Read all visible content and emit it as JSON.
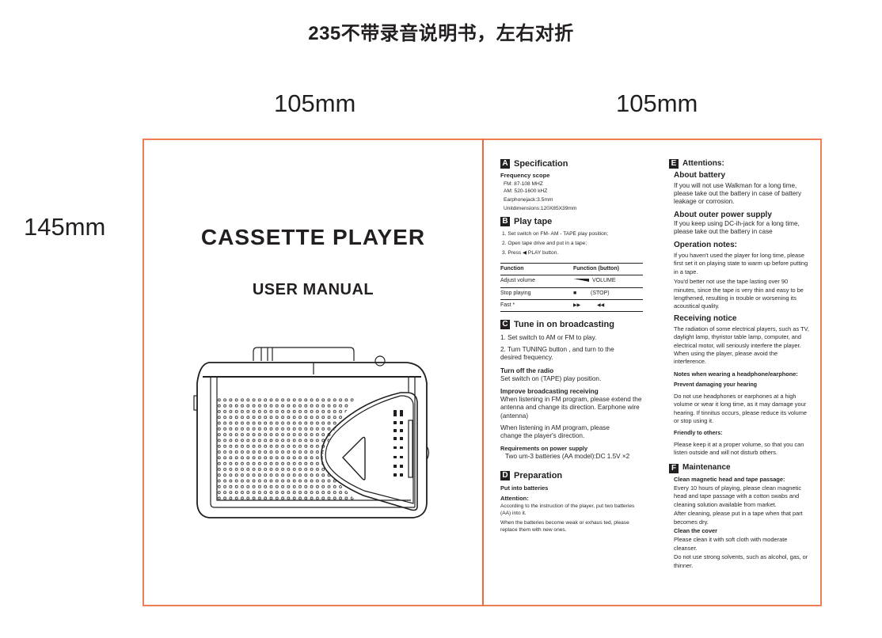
{
  "header": {
    "title": "235不带录音说明书，左右对折",
    "width_left": "105mm",
    "width_right": "105mm",
    "height": "145mm"
  },
  "colors": {
    "frame_border": "#f07e55",
    "text": "#231f20"
  },
  "cover": {
    "title": "CASSETTE  PLAYER",
    "subtitle": "USER  MANUAL",
    "illustration": "cassette-player-drawing"
  },
  "sections": {
    "a": {
      "letter": "A",
      "title": "Specification",
      "freq_heading": "Frequency scope",
      "fm": "FM: 87-108 MHZ",
      "am": "AM: 520-1600 kHZ",
      "jack": "Earphonejack:3.5mm",
      "dims": "Unitdimensions:120X85X39mm"
    },
    "b": {
      "letter": "B",
      "title": "Play tape",
      "steps": [
        "1. Set switch on FM- AM - TAPE play position;",
        "2. Open tape drive and put in a tape;",
        "3. Press ◀ PLAY button."
      ],
      "table": {
        "headers": [
          "Function",
          "Function (button)"
        ],
        "rows": [
          {
            "func": "Adjust volume",
            "icon": "▄▄▅▆",
            "button": "VOLUME"
          },
          {
            "func": "Stop playing",
            "icon": "■",
            "button": "(STOP)"
          },
          {
            "func": "Fast *",
            "icon": "▶▶",
            "button": "◀◀"
          }
        ]
      }
    },
    "c": {
      "letter": "C",
      "title": "Tune in on broadcasting",
      "step1": "1. Set switch to AM or FM to play.",
      "step2": "2. Turn TUNING button , and turn to the desired frequency.",
      "off_heading": "Turn off the radio",
      "off_text": "Set switch on  (TAPE) play position.",
      "improve_heading": "Improve broadcasting receiving",
      "improve_fm": "When listening in FM  program, please extend the antenna and change its direction. Earphone wire (antenna)",
      "improve_am": "When listening in AM program, please change the player's direction.",
      "power_heading": "Requirements on power supply",
      "power_text": "Two um-3 batteries (AA  model):DC 1.5V ×2"
    },
    "d": {
      "letter": "D",
      "title": "Preparation",
      "put_heading": "Put into batteries",
      "attention_heading": "Attention:",
      "text1": "According to the instruction of the player, put two batteries (AA) into it.",
      "text2": "When the batteries become weak or exhaus   ted, please replace them with new ones."
    },
    "e": {
      "letter": "E",
      "title": "Attentions:",
      "battery_heading": "About battery",
      "battery_text": "If you will not use Walkman for a long time, please take out the battery in case of battery leakage or corrosion.",
      "outer_heading": "About outer power supply",
      "outer_text": "If you keep using DC-ih-jack for a long time, please take out the battery in case",
      "operation_heading": "Operation notes:",
      "operation_text1": "If you haven't used the player for long time, please first set it on playing state to warm up before putting in a tape.",
      "operation_text2": "You'd better not use the tape lasting over 90 minutes, since the tape is very thin and easy to be lengthened, resulting in trouble or worsening its acoustical quality.",
      "receiving_heading": "Receiving notice",
      "receiving_text": "The radiation of some electrical players, such as TV, daylight lamp, thyristor table lamp, computer, and electrical motor, will seriously interfere the player. When using the player, please avoid the interference.",
      "headphone_heading": "Notes when wearing a headphone/earphone:",
      "hearing_heading": "Prevent damaging your hearing",
      "hearing_text": "Do not use headphones or earphones at a high volume or wear it long time, as it may damage your hearing.  If tinnitus occurs, please reduce its volume or stop using it.",
      "friendly_heading": "Friendly to others:",
      "friendly_text": "Please keep it at a proper volume, so that you can listen outside and will not disturb others."
    },
    "f": {
      "letter": "F",
      "title": "Maintenance",
      "clean_head_heading": "Clean magnetic head and tape passage:",
      "clean_head_text1": "Every 10 hours of playing, please clean magnetic head and tape passage with a cotton swabs and cleaning solution available from market.",
      "clean_head_text2": "After cleaning, please put in a tape when that part becomes dry.",
      "cover_heading": "Clean the cover",
      "cover_text1": "Please clean it with soft cloth with moderate cleanser.",
      "cover_text2": "Do not use strong solvents, such as alcohol, gas, or thinner."
    }
  }
}
